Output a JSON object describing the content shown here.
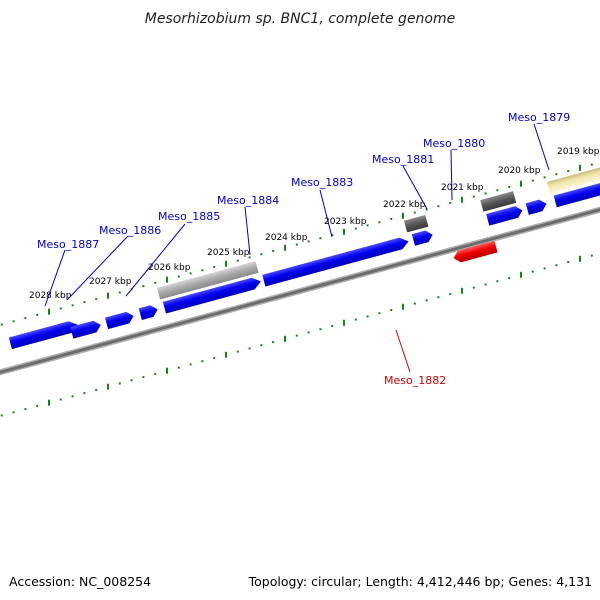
{
  "header": {
    "title": "Mesorhizobium sp. BNC1, complete genome"
  },
  "footer": {
    "accession": "Accession: NC_008254",
    "topology": "Topology: circular; Length: 4,412,446 bp; Genes: 4,131"
  },
  "scale_labels": [
    "2019 kbp",
    "2020 kbp",
    "2021 kbp",
    "2022 kbp",
    "2023 kbp",
    "2024 kbp",
    "2025 kbp",
    "2026 kbp",
    "2027 kbp",
    "2028 kbp"
  ],
  "gene_labels": {
    "meso_1879": "Meso_1879",
    "meso_1880": "Meso_1880",
    "meso_1881": "Meso_1881",
    "meso_1882": "Meso_1882",
    "meso_1883": "Meso_1883",
    "meso_1884": "Meso_1884",
    "meso_1885": "Meso_1885",
    "meso_1886": "Meso_1886",
    "meso_1887": "Meso_1887"
  },
  "colors": {
    "background": "#ffffff",
    "forward_gene": "#0000ee",
    "reverse_gene": "#ee0000",
    "gray_gene": "#9c9c9c",
    "dark_gene": "#555555",
    "yellow_gene": "#efe4a6",
    "backbone": "#7a7a7a",
    "tick": "#118811",
    "label_forward": "#0000cc",
    "label_reverse": "#cc0000"
  }
}
